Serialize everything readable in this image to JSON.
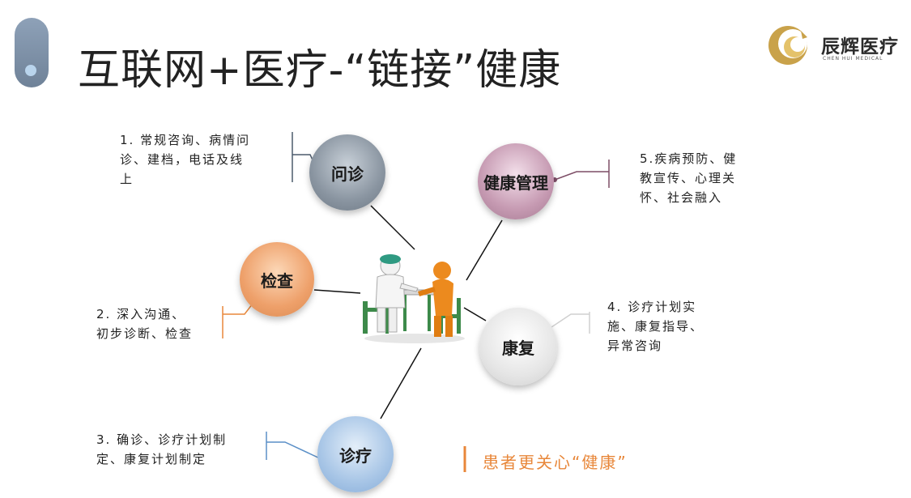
{
  "title": "互联网+医疗-“链接”健康",
  "logo": {
    "name": "辰辉医疗",
    "subtitle": "CHEN HUI MEDICAL",
    "icon": "ring-logo-icon",
    "colors": {
      "ring": "#c9a24a",
      "inner": "#e4c26a"
    }
  },
  "center": {
    "icon": "doctor-patient-consult-icon"
  },
  "nodes": [
    {
      "id": "wenzhen",
      "label": "问诊",
      "color": "#7f8a96",
      "desc": [
        "1. 常规咨询、病情问",
        "诊、建档，电话及线",
        "上"
      ]
    },
    {
      "id": "jiancha",
      "label": "检查",
      "color": "#e0935a",
      "desc": [
        "2. 深入沟通、",
        "初步诊断、检查"
      ]
    },
    {
      "id": "zhenliao",
      "label": "诊疗",
      "color": "#8fb3de",
      "desc": [
        "3. 确诊、诊疗计划制",
        "定、康复计划制定"
      ]
    },
    {
      "id": "kangfu",
      "label": "康复",
      "color": "#d6d6d6",
      "desc": [
        "4. 诊疗计划实",
        "施、康复指导、",
        "异常咨询"
      ]
    },
    {
      "id": "jiankang",
      "label": "健康管理",
      "color": "#b08a9e",
      "desc": [
        "5.疾病预防、健",
        "教宣传、心理关",
        "怀、社会融入"
      ]
    }
  ],
  "tagline": "患者更关心“健康”",
  "colors": {
    "accent": "#e8873a",
    "title": "#222222"
  }
}
